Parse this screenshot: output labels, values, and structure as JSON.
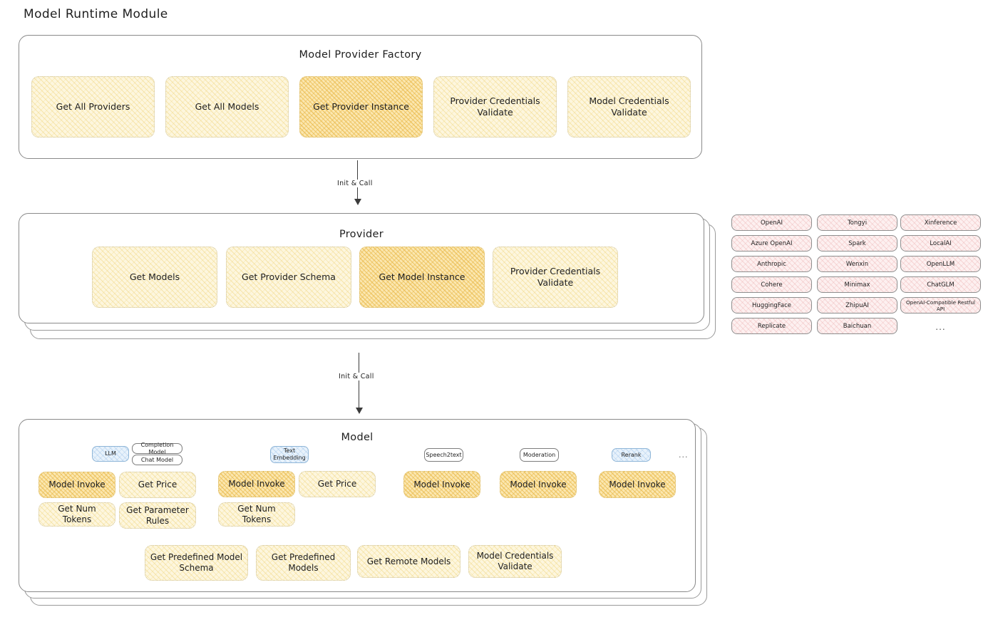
{
  "page": {
    "title": "Model Runtime Module",
    "background": "#ffffff",
    "accent_light": "#fdf6de",
    "accent_strong": "#fbe7b0",
    "chip_color": "#fdf0f0",
    "badge_blue": "#e8f2fb"
  },
  "factory": {
    "title": "Model Provider Factory",
    "nodes": [
      {
        "label": "Get All Providers",
        "highlight": false
      },
      {
        "label": "Get All Models",
        "highlight": false
      },
      {
        "label": "Get Provider Instance",
        "highlight": true
      },
      {
        "label": "Provider Credentials Validate",
        "highlight": false
      },
      {
        "label": "Model Credentials Validate",
        "highlight": false
      }
    ]
  },
  "arrow_top": {
    "label": "Init & Call"
  },
  "provider": {
    "title": "Provider",
    "nodes": [
      {
        "label": "Get Models",
        "highlight": false
      },
      {
        "label": "Get Provider Schema",
        "highlight": false
      },
      {
        "label": "Get Model Instance",
        "highlight": true
      },
      {
        "label": "Provider Credentials Validate",
        "highlight": false
      }
    ]
  },
  "arrow_bottom": {
    "label": "Init & Call"
  },
  "provider_list": {
    "columns": [
      [
        "OpenAI",
        "Azure OpenAI",
        "Anthropic",
        "Cohere",
        "HuggingFace",
        "Replicate"
      ],
      [
        "Tongyi",
        "Spark",
        "Wenxin",
        "Minimax",
        "ZhipuAI",
        "Baichuan"
      ],
      [
        "Xinference",
        "LocalAI",
        "OpenLLM",
        "ChatGLM",
        "OpenAI-Compatible Restful API"
      ]
    ],
    "ellipsis": "..."
  },
  "model": {
    "title": "Model",
    "ellipsis": "...",
    "types": [
      {
        "badge": "LLM",
        "badge_style": "blue",
        "sub_badges": [
          "Completion Model",
          "Chat Model"
        ],
        "nodes": [
          {
            "label": "Model Invoke",
            "highlight": true
          },
          {
            "label": "Get Price",
            "highlight": false
          },
          {
            "label": "Get Num Tokens",
            "highlight": false
          },
          {
            "label": "Get Parameter Rules",
            "highlight": false
          }
        ]
      },
      {
        "badge": "Text Embedding",
        "badge_style": "blue",
        "sub_badges": [],
        "nodes": [
          {
            "label": "Model Invoke",
            "highlight": true
          },
          {
            "label": "Get Price",
            "highlight": false
          },
          {
            "label": "Get Num Tokens",
            "highlight": false
          }
        ]
      },
      {
        "badge": "Speech2text",
        "badge_style": "plain",
        "sub_badges": [],
        "nodes": [
          {
            "label": "Model Invoke",
            "highlight": true
          }
        ]
      },
      {
        "badge": "Moderation",
        "badge_style": "plain",
        "sub_badges": [],
        "nodes": [
          {
            "label": "Model Invoke",
            "highlight": true
          }
        ]
      },
      {
        "badge": "Rerank",
        "badge_style": "blue",
        "sub_badges": [],
        "nodes": [
          {
            "label": "Model Invoke",
            "highlight": true
          }
        ]
      }
    ],
    "common_nodes": [
      {
        "label": "Get Predefined Model Schema"
      },
      {
        "label": "Get Predefined Models"
      },
      {
        "label": "Get Remote Models"
      },
      {
        "label": "Model Credentials Validate"
      }
    ]
  }
}
